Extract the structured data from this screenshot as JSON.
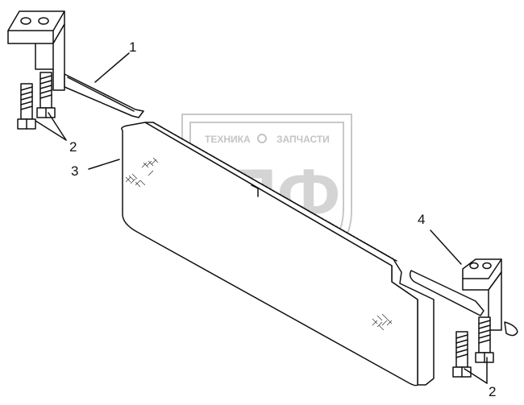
{
  "watermark": {
    "top_text_left": "ТЕХНИКА",
    "top_text_right": "ЗАПЧАСТИ",
    "logo_text": "ЭПФ",
    "color": "#c8c8c8"
  },
  "callouts": {
    "label_1": "1",
    "label_2_left": "2",
    "label_3": "3",
    "label_4": "4",
    "label_2_right": "2"
  },
  "colors": {
    "ink": "#111111",
    "background": "#ffffff"
  }
}
